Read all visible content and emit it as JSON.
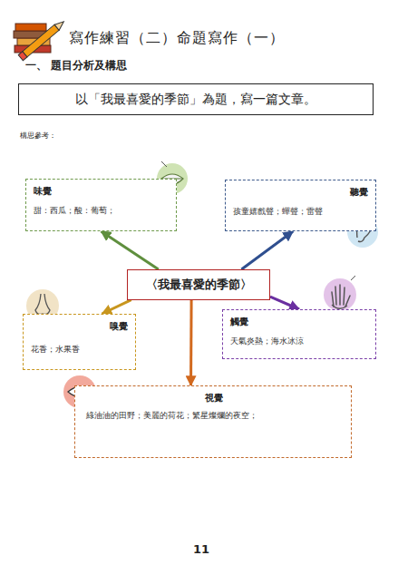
{
  "diagram": {
    "title": "寫作練習（二）命題寫作（一）",
    "nodes": [
      {
        "text": [
          "以「我最喜愛的季節」為題，寫一篇文章。"
        ]
      },
      {
        "text": [
          "味覺",
          "甜：西瓜；酸：葡萄；"
        ]
      },
      {
        "text": [
          "聽覺",
          "孩童嬉戲聲；蟬聲；雷聲"
        ]
      },
      {
        "text": [
          "〈我最喜愛的季節〉"
        ]
      },
      {
        "text": [
          "嗅覺",
          "花香；水果香"
        ]
      },
      {
        "text": [
          "觸覺",
          "天氣炎熱；海水冰涼"
        ]
      },
      {
        "text": [
          "視覺",
          "綠油油的田野；美麗的荷花；繁星燦爛的夜空；"
        ]
      }
    ],
    "edges": [
      {
        "from": 3,
        "to": 1,
        "arrow": "to"
      },
      {
        "from": 3,
        "to": 2,
        "arrow": "to"
      },
      {
        "from": 3,
        "to": 4,
        "arrow": "to"
      },
      {
        "from": 3,
        "to": 5,
        "arrow": "to"
      },
      {
        "from": 3,
        "to": 6,
        "arrow": "to"
      }
    ],
    "labels": [
      "一、 題目分析及構思",
      "構思參考：",
      "11"
    ]
  }
}
